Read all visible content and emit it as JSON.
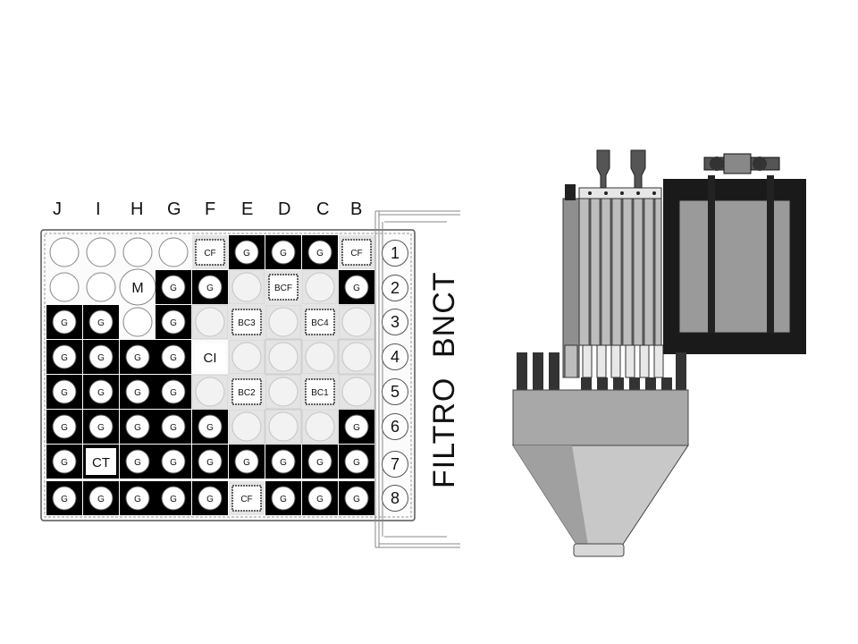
{
  "grid": {
    "columns": [
      "J",
      "I",
      "H",
      "G",
      "F",
      "E",
      "D",
      "C",
      "B"
    ],
    "rows": [
      "1",
      "2",
      "3",
      "4",
      "5",
      "6",
      "7",
      "8"
    ],
    "cells": [
      [
        "empty",
        "empty",
        "empty",
        "empty",
        "CF",
        "G",
        "G",
        "G",
        "CF"
      ],
      [
        "empty",
        "empty",
        "M",
        "G",
        "G",
        "light",
        "BCF",
        "light",
        "G"
      ],
      [
        "G",
        "G",
        "empty",
        "G",
        "light",
        "BC3",
        "light",
        "BC4",
        "light"
      ],
      [
        "G",
        "G",
        "G",
        "G",
        "CI",
        "light",
        "light",
        "light",
        "light"
      ],
      [
        "G",
        "G",
        "G",
        "G",
        "light",
        "BC2",
        "light",
        "BC1",
        "light"
      ],
      [
        "G",
        "G",
        "G",
        "G",
        "G",
        "light",
        "light",
        "light",
        "G"
      ],
      [
        "G",
        "CT",
        "G",
        "G",
        "G",
        "G",
        "G",
        "G",
        "G"
      ],
      [
        "G",
        "G",
        "G",
        "G",
        "G",
        "CF",
        "G",
        "G",
        "G"
      ]
    ]
  },
  "labels": {
    "bnct": "BNCT",
    "filtro": "FILTRO"
  },
  "colors": {
    "block": "#000000",
    "light_cell": "#e4e4e4",
    "steel": "#9a9a9a",
    "dark_steel": "#1a1a1a"
  }
}
